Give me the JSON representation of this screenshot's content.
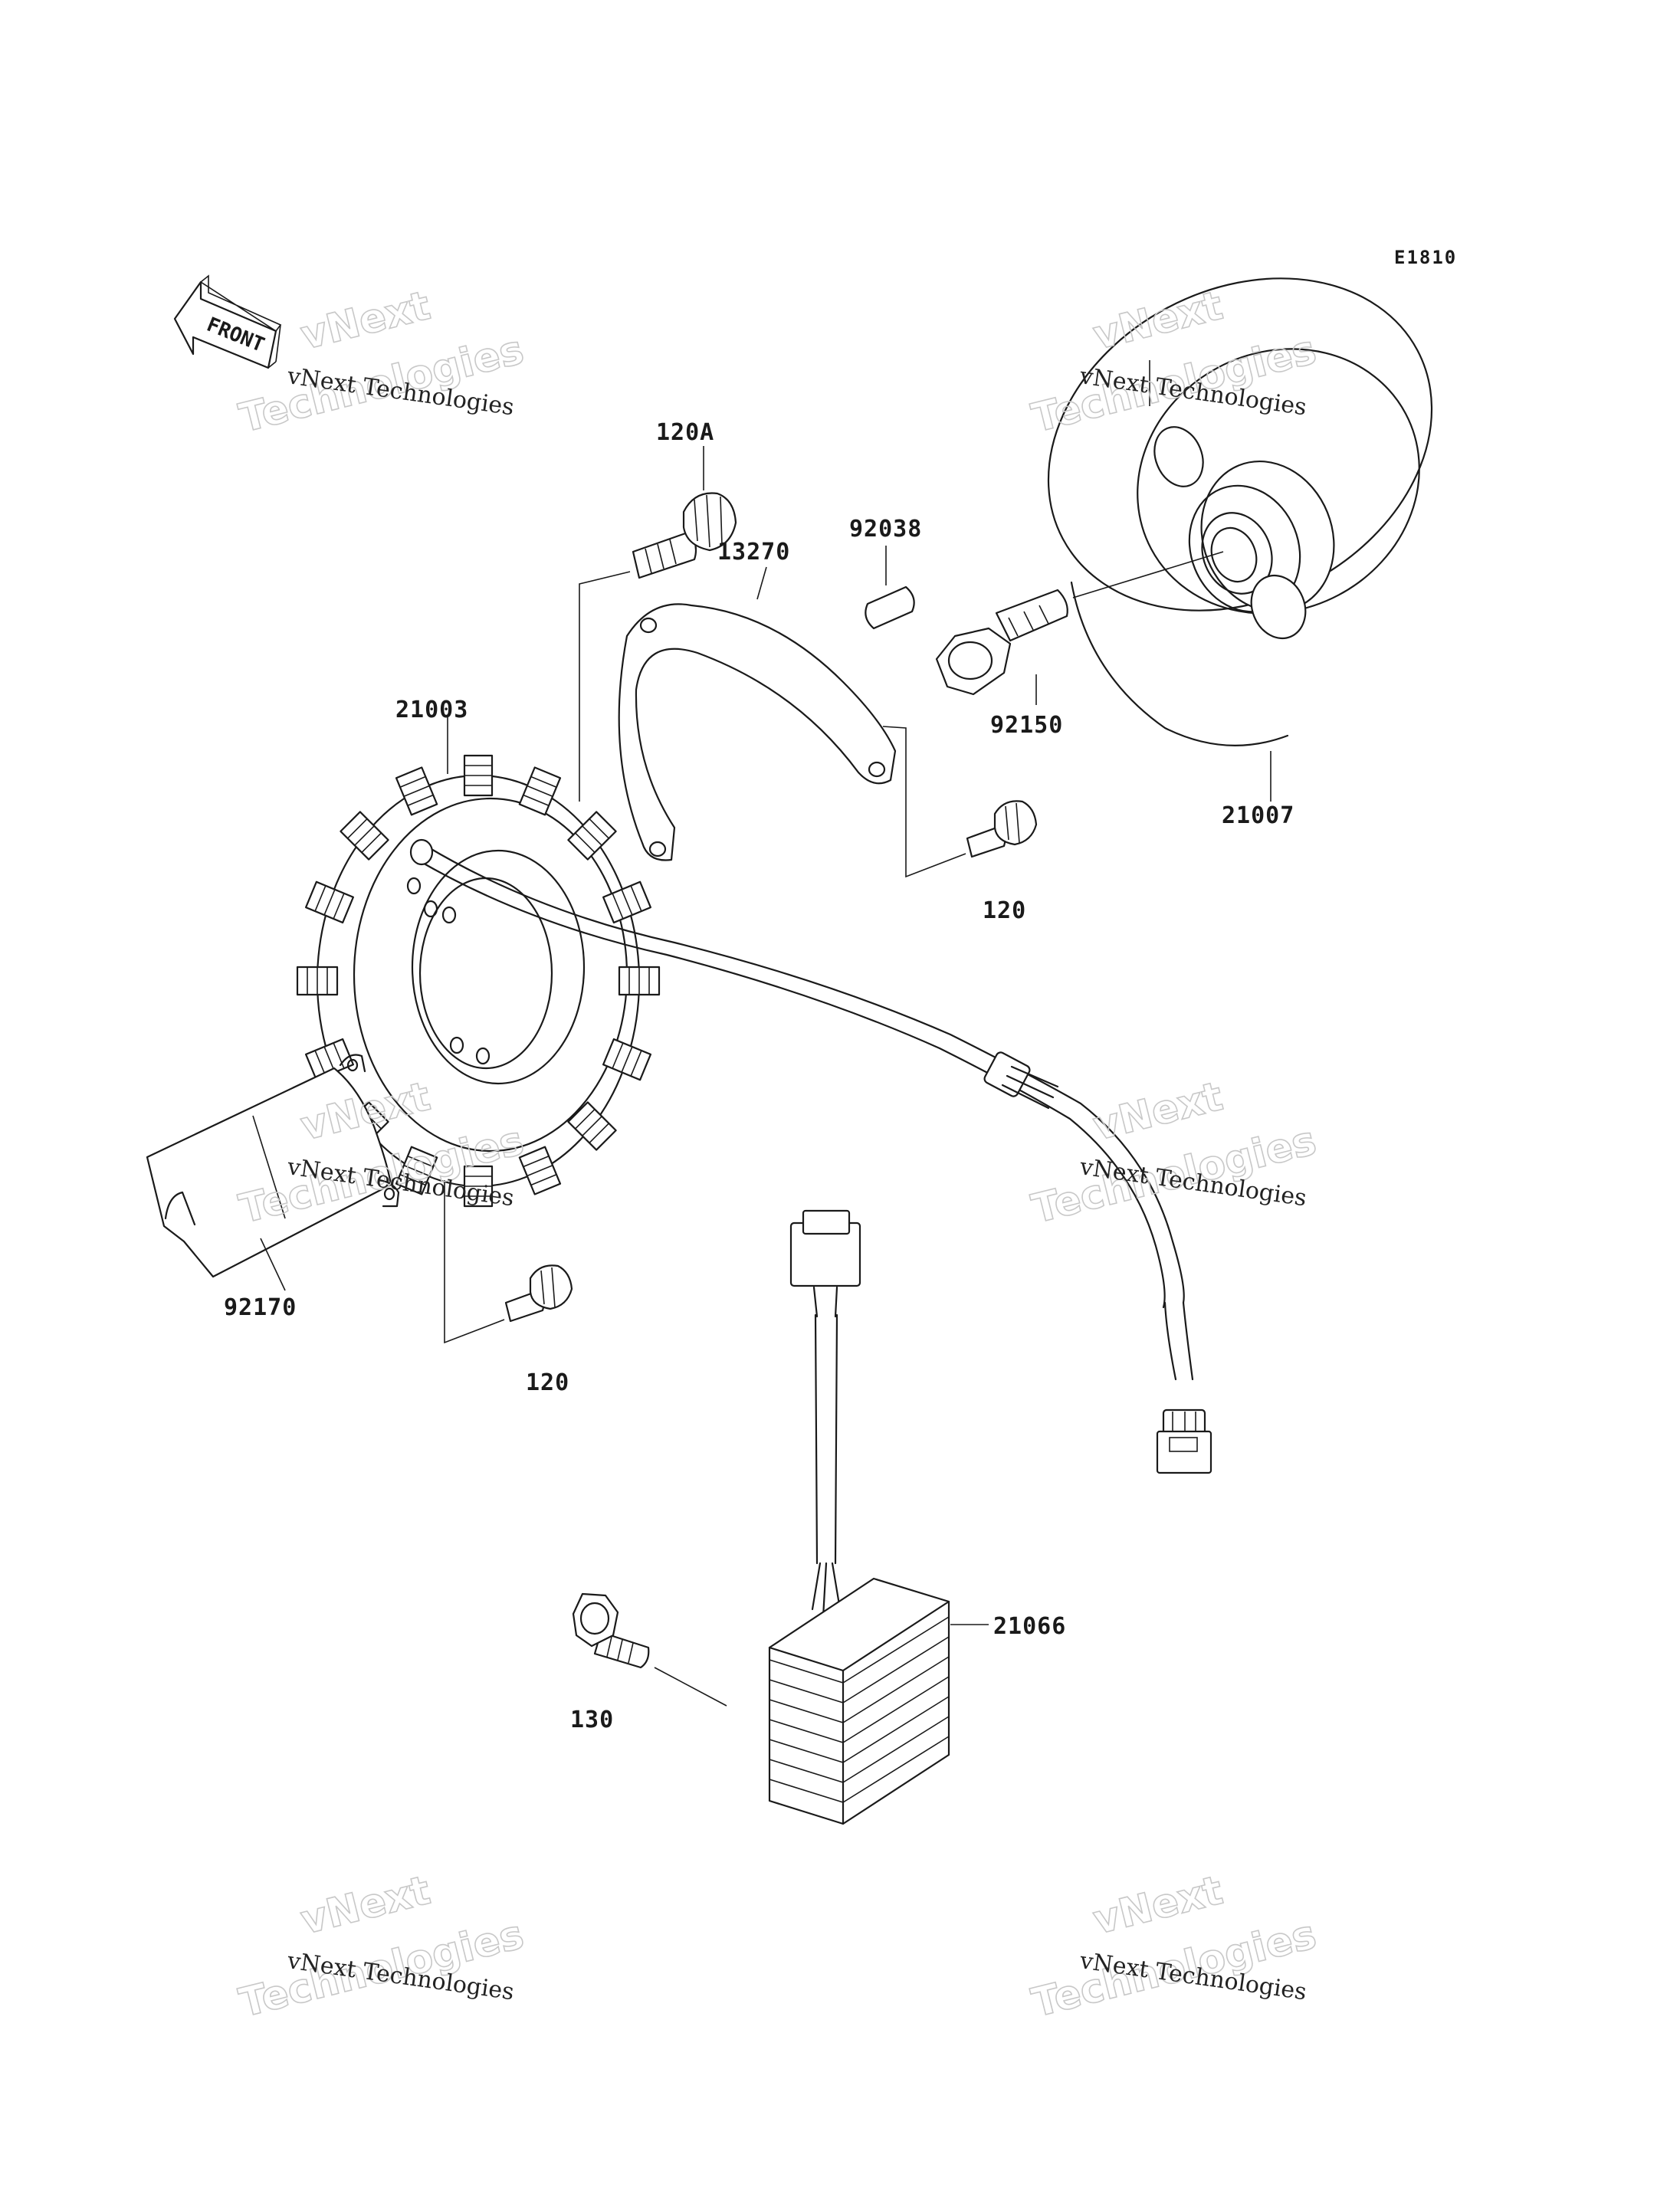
{
  "diagram": {
    "code": "E1810",
    "front_label": "FRONT",
    "parts": {
      "p120A": "120A",
      "p13270": "13270",
      "p92038": "92038",
      "p21003": "21003",
      "p92150": "92150",
      "p21007": "21007",
      "p120_top": "120",
      "p92170": "92170",
      "p120_bottom": "120",
      "p21066": "21066",
      "p130": "130"
    }
  },
  "watermark": {
    "brand": "vNext Technologies",
    "line1": "vNext",
    "line2": "Technologies"
  }
}
